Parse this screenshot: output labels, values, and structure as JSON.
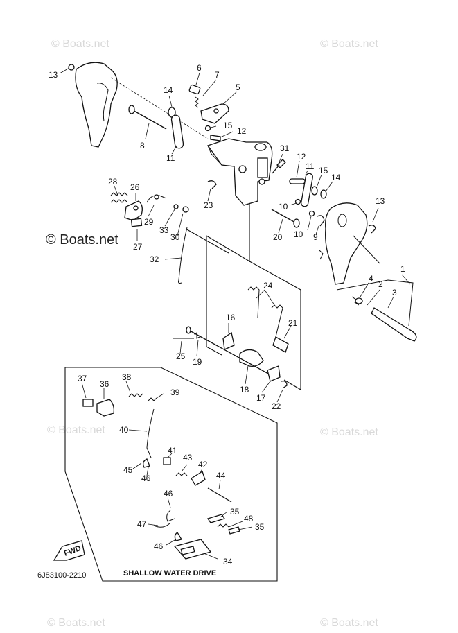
{
  "watermark": {
    "text": "© Boats.net",
    "prominent_text": "© Boats.net"
  },
  "diagram": {
    "inset_title": "SHALLOW WATER DRIVE",
    "drawing_code": "6J83100-2210",
    "fwd_label": "FWD"
  },
  "callouts": [
    {
      "id": "c13a",
      "text": "13"
    },
    {
      "id": "c6",
      "text": "6"
    },
    {
      "id": "c7",
      "text": "7"
    },
    {
      "id": "c14a",
      "text": "14"
    },
    {
      "id": "c5",
      "text": "5"
    },
    {
      "id": "c15a",
      "text": "15"
    },
    {
      "id": "c12a",
      "text": "12"
    },
    {
      "id": "c8",
      "text": "8"
    },
    {
      "id": "c11a",
      "text": "11"
    },
    {
      "id": "c31",
      "text": "31"
    },
    {
      "id": "c12b",
      "text": "12"
    },
    {
      "id": "c11b",
      "text": "11"
    },
    {
      "id": "c15b",
      "text": "15"
    },
    {
      "id": "c14b",
      "text": "14"
    },
    {
      "id": "c28",
      "text": "28"
    },
    {
      "id": "c26",
      "text": "26"
    },
    {
      "id": "c23",
      "text": "23"
    },
    {
      "id": "c13b",
      "text": "13"
    },
    {
      "id": "c10a",
      "text": "10"
    },
    {
      "id": "c29",
      "text": "29"
    },
    {
      "id": "c33",
      "text": "33"
    },
    {
      "id": "c30",
      "text": "30"
    },
    {
      "id": "c10b",
      "text": "10"
    },
    {
      "id": "c9",
      "text": "9"
    },
    {
      "id": "c20",
      "text": "20"
    },
    {
      "id": "c27",
      "text": "27"
    },
    {
      "id": "c32",
      "text": "32"
    },
    {
      "id": "c1",
      "text": "1"
    },
    {
      "id": "c2",
      "text": "2"
    },
    {
      "id": "c4",
      "text": "4"
    },
    {
      "id": "c3",
      "text": "3"
    },
    {
      "id": "c24",
      "text": "24"
    },
    {
      "id": "c16",
      "text": "16"
    },
    {
      "id": "c21",
      "text": "21"
    },
    {
      "id": "c25",
      "text": "25"
    },
    {
      "id": "c19",
      "text": "19"
    },
    {
      "id": "c18",
      "text": "18"
    },
    {
      "id": "c17",
      "text": "17"
    },
    {
      "id": "c22",
      "text": "22"
    },
    {
      "id": "c37",
      "text": "37"
    },
    {
      "id": "c36",
      "text": "36"
    },
    {
      "id": "c38",
      "text": "38"
    },
    {
      "id": "c39",
      "text": "39"
    },
    {
      "id": "c40",
      "text": "40"
    },
    {
      "id": "c41",
      "text": "41"
    },
    {
      "id": "c43",
      "text": "43"
    },
    {
      "id": "c42",
      "text": "42"
    },
    {
      "id": "c45",
      "text": "45"
    },
    {
      "id": "c46a",
      "text": "46"
    },
    {
      "id": "c44",
      "text": "44"
    },
    {
      "id": "c46b",
      "text": "46"
    },
    {
      "id": "c47",
      "text": "47"
    },
    {
      "id": "c35a",
      "text": "35"
    },
    {
      "id": "c48",
      "text": "48"
    },
    {
      "id": "c35b",
      "text": "35"
    },
    {
      "id": "c46c",
      "text": "46"
    },
    {
      "id": "c34",
      "text": "34"
    }
  ]
}
